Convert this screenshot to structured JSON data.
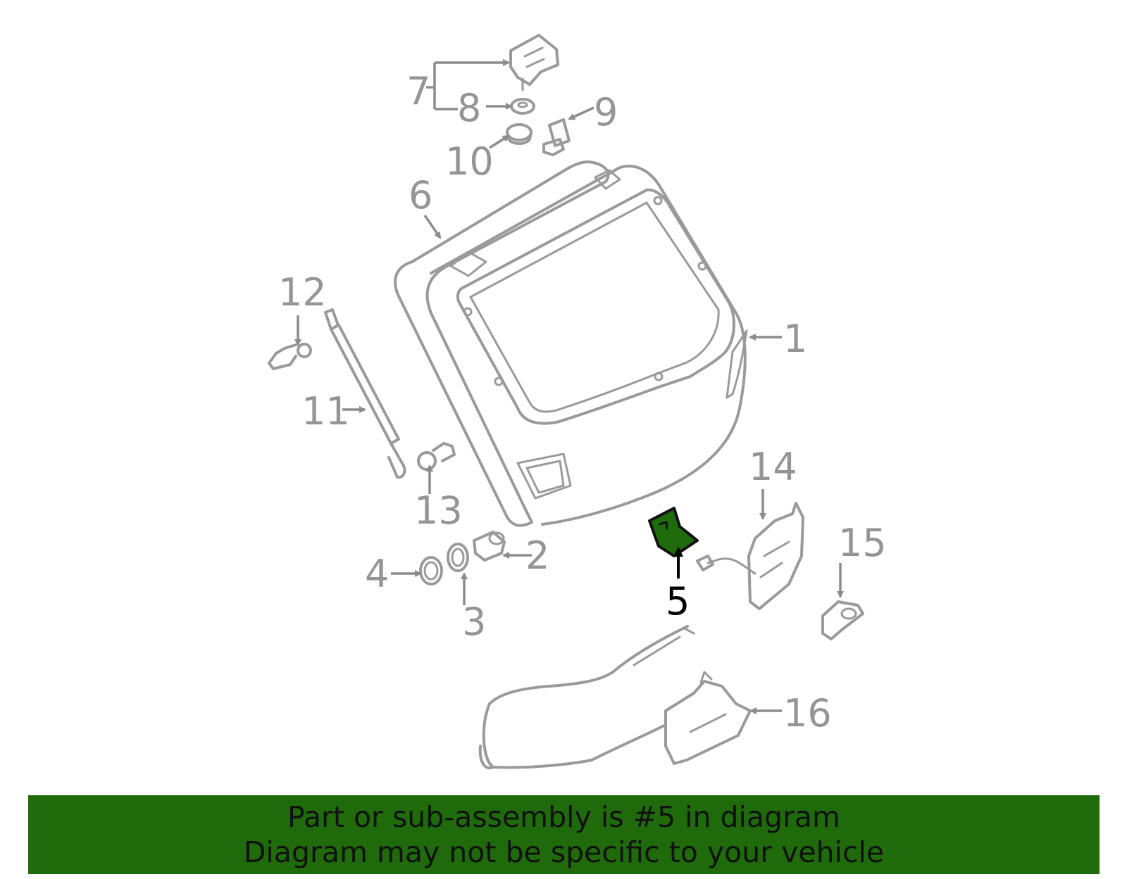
{
  "callouts": {
    "c1": "1",
    "c2": "2",
    "c3": "3",
    "c4": "4",
    "c5": "5",
    "c6": "6",
    "c7": "7",
    "c8": "8",
    "c9": "9",
    "c10": "10",
    "c11": "11",
    "c12": "12",
    "c13": "13",
    "c14": "14",
    "c15": "15",
    "c16": "16"
  },
  "highlight": {
    "part_number": "5",
    "color": "#1f6b0b"
  },
  "banner": {
    "line1": "Part or sub-assembly is #5 in diagram",
    "line2": "Diagram may not be specific to your vehicle"
  }
}
